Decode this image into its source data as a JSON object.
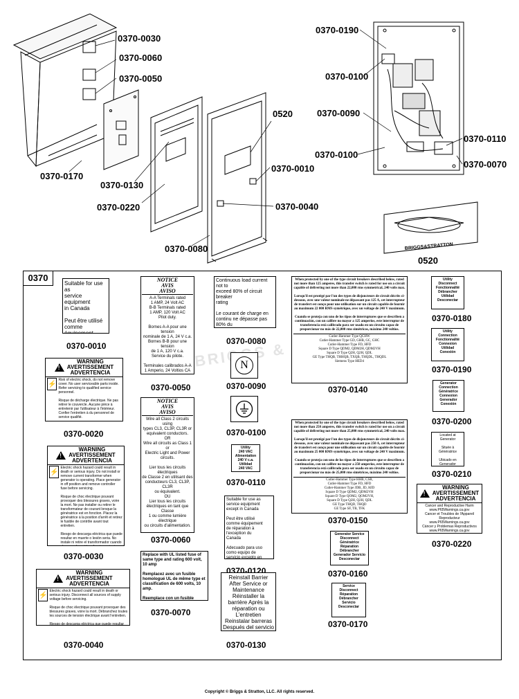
{
  "diagram": {
    "callouts": [
      "0370-0030",
      "0370-0060",
      "0370-0050",
      "0370-0170",
      "0370-0130",
      "0370-0220",
      "0370-0080",
      "0520",
      "0370-0010",
      "0370-0040",
      "0370-0190",
      "0370-0100",
      "0370-0090",
      "0370-0100",
      "0370-0110",
      "0370-0070",
      "0520"
    ],
    "logo": "BRIGGS&STRATTON"
  },
  "kit": {
    "number": "0370",
    "labels": {
      "l0010": {
        "pn": "0370-0010",
        "text": "Suitable for use as\nservice equipment\nin Canada\n\nPeut être utilisé\ncomme équipement\nde réparation au\nCanada\n\nAdecuado para uso\ncomo equipo de\nservicio en Canadá"
      },
      "l0020": {
        "pn": "0370-0020",
        "head": "WARNING\nAVERTISSEMENT\nADVERTENCIA",
        "text": "Risk of electric shock, do not remove cover. No user serviceable parts inside. Refer servicing to qualified service personnel.\n\nRisque de décharge électrique. Ne pas retirer le couvercle. Aucune pièce à entretenir par l'utilisateur à l'intérieur. Confier l'entretien à du personnel de service qualifié.\n\nRiesgo de descarga eléctrica, no quite la cubierta. No hay piezas que puedan ser reparadas por el usuario en el interior. Haga que personal calificado realice el servicio."
      },
      "l0030": {
        "pn": "0370-0030",
        "head": "WARNING\nAVERTISSEMENT\nADVERTENCIA",
        "text": "Electric shock hazard could result in death or serious injury. Do not install or remove current transformer when generator is operating. Place generator in off position and remove controller fuse before servicing.\n\nRisque de choc électrique pouvant provoquer des blessures graves, voire la mort. Ne pas installer ou retirer le transformateur de courant lorsque la génératrice est en fonction. Placez la génératrice à la position d'arrêt et retirez le fusible de contrôle avant tout entretien.\n\nRiesgo de descarga eléctrica que puede resultar en muerte o lesión seria. No instale ni retire el transformador cuando el generador está en funcionamiento. Coloque el generador en posición de apagado y retire el fusible del controlador antes de reparar."
      },
      "l0040": {
        "pn": "0370-0040",
        "head": "WARNING\nAVERTISSEMENT\nADVERTENCIA",
        "text": "Electric shock hazard could result in death or serious injury. Disconnect all sources of supply voltage before servicing.\n\nRisque de choc électrique pouvant provoquer des blessures graves, voire la mort. Débranchez toutes les sources de tension électrique avant l'entretien.\n\nRiesgo de descarga eléctrica que puede resultar en muerte o lesión seria. Desconecte todas las fuentes de energía antes de reparar."
      },
      "l0050": {
        "pn": "0370-0050",
        "head": "NOTICE\nAVIS\nAVISO",
        "text": "A-A Terminals rated\n1 AMP, 24 Volt AC\nB-B Terminals rated\n1 AMP, 120 Volt AC\nPilot duty.\n\nBornes A-A pour une tension\nnominale de 1 A, 24 V c.a.\nBornes B-B pour une tension\nde 1 A, 120 V c.a.\nService du pilote.\n\nTerminales calibrados A-A\n1 Amperio, 24 Voltios CA\nTerminales calibrados B-B\n1 Amperio, 120 Voltios CA\nRelé auxiliar"
      },
      "l0060": {
        "pn": "0370-0060",
        "head": "NOTICE\nAVIS\nAVISO",
        "text": "Wire all Class 2 circuits using\ntypes CL3, CL3P, CL3R or\nequivalent conductors.\nOR\nWire all circuits as Class 1 or\nElectric Light and Power circuits.\n\nLier tous les circuits électriques\nde Classe 2 en utilisant des\nconducteurs CL3, CL3P, CL3R\nou équivalent.\nOU\nLier tous les circuits\nélectriques en tant que Classe\n1 ou comme lumière électrique\nou circuits d'alimentation.\n\nConecte todos los circuitos\nde clase 2 al usar conductores\nde tipo CL3, CL3P, CL3R o\nequivalentes.\nO\nConecte todos los circuitos\ncomo clase 1 o luz eléctrica y\ncircuitos de energía."
      },
      "l0070": {
        "pn": "0370-0070",
        "text": "Replace with UL listed fuse of\nsame type and rating 600 volt,\n10 amp\n\nRemplacez avec un fusible\nhomologué UL de même type et\nclassification de 600 volts, 10 amp.\n\nReemplace con un fusible\ncertificado por UL del mismo\ntipo y clasificación: 600 voltios,\n10 amperios"
      },
      "l0080": {
        "pn": "0370-0080",
        "text": "Continuous load current not to\nexceed 80% of circuit breaker\nrating\n\nLe courant de charge en\ncontinu ne dépasse pas 80% du\ncourant nominal du disjoncteur\n\nLa corriente de carga permanente\nno debe exceder el 80% del\ncalibre del interruptor"
      },
      "l0090": {
        "pn": "0370-0090",
        "symbol": "N"
      },
      "l0100": {
        "pn": "0370-0100"
      },
      "l0110": {
        "pn": "0370-0110",
        "text": "Utility\n240 VAC\nAlimentation\n240 V c.a.\nUtilidad\n240 VAC"
      },
      "l0120": {
        "pn": "0370-0120",
        "text": "Suitable for use as\nservice equipment\nexcept in Canada\n\nPeut être utilisé\ncomme équipement\nde réparation à\nl'exception du\nCanada\n\nAdecuado para uso\ncomo equipo de\nservicio excepto en\nCanadá"
      },
      "l0130": {
        "pn": "0370-0130",
        "text": "Reinstall Barrier\nAfter Service or\nMaintenance\nRéinstaller la\nbarrière Après la\nréparation ou\nL'entretien\nReinstalar barreras\nDespués del servicio\no Mantenimiento"
      },
      "l0140": {
        "pn": "0370-0140",
        "text": "When protected by one of the type circuit breakers described below, rated not more than 125 amperes, this transfer switch is rated for use on a circuit capable of delivering not more than 22,000 rms symmetrical, 240 volts max.\n\nLorsqu'il est protégé par l'un des types de disjoncteurs de circuit décrits ci-dessous, avec une valeur nominale ne dépassant pas 125 A, cet interrupteur de transfert est conçu pour une utilisation sur un circuit capable de fournir au maximum 22 000 RMS symétrique, avec un voltage de 240 V maximum.\n\nCuando se proteja con uno de los tipos de interruptores que se describen a continuación, con un calibre no mayor a 125 amperios, este interruptor de transferencia está calibrado para ser usado en un circuito capaz de proporcionar no más de 22,000 rms simétricos, máximo 240 voltios.",
        "list": "Cutler-Hammer Type QCHW\nCutler-Hammer Type GD, GHB, GC, GHC\nCutler-Hammer Type FD, HFD\nSquare D Type QDM2, QDM2H, QDM2VH\nSquare D Type Q2H, Q2H, QDL\nGE Type THQB, THHQB, TXQB, THQDL, THQDL\nSiemens Type HED4"
      },
      "l0150": {
        "pn": "0370-0150",
        "text": "When protected by one of the type circuit breakers described below, rated not more than 250 amperes, this transfer switch is rated for use on a circuit capable of delivering not more than 25,000 rms symmetrical, 240 volts max.\n\nLorsqu'il est protégé par l'un des types de disjoncteurs de circuit décrits ci-dessous, avec une valeur nominale ne dépassant pas 250 A, cet interrupteur de transfert est conçu pour une utilisation sur un circuit capable de fournir au maximum 25 000 RMS symétrique, avec un voltage de 240 V maximum.\n\nCuando se proteja con uno de los tipos de interruptores que se describen a continuación, con un calibre no mayor a 250 amperios, este interruptor de transferencia está calibrado para ser usado en un circuito capaz de proporcionar no más de 25,000 rms simétricos, máximo 240 voltios.",
        "list": "Cutler-Hammer Type HHB, CSR,\nCutler-Hammer Type FD, HFD\nCutler-Hammer Type JDB, JD, HJD\nSquare D Type QDM2, QDM2VH\nSquare D Type QOM2, QOM2VH,\nSquare D Type Q2H, Q2H, QDL\nGE Type THQD, THQD\nGE Type SF, TB, TFK"
      },
      "l0160": {
        "pn": "0370-0160",
        "text": "Generator Service\nDisconnect\nGénératrice Réparation\nDébrancher\nGenerador Servicio\nDesconectar"
      },
      "l0170": {
        "pn": "0370-0170",
        "text": "Service\nDisconnect\nRéparation\nDébrancher\nServicio\nDesconectar"
      },
      "l0180": {
        "pn": "0370-0180",
        "text": "Utility\nDisconnect\nFonctionnalité\nDébrancher\nUtilidad\nDesconectar"
      },
      "l0190": {
        "pn": "0370-0190",
        "text": "Utility\nConnection\nFonctionnalité\nConnexion\nUtilidad\nConexión"
      },
      "l0200": {
        "pn": "0370-0200",
        "text": "Generator\nConnection\nGénératrice\nConnexion\nGenerador\nConexión"
      },
      "l0210": {
        "pn": "0370-0210",
        "text": "Located at\nGenerator\n\nSituée à\nGénératrice\n\nUbicado en\nGenerador"
      },
      "l0220": {
        "pn": "0370-0220",
        "head": "WARNING\nAVERTISSEMENT\nADVERTENCIA",
        "text": "Cancer and Reproductive Harm\nwww.P65Warnings.ca.gov\nCancer et Troubles de l'Appareil Reproducteur\nwww.P65Warnings.ca.gov\nCáncer y Problemas Reproductivos\nwww.P65Warnings.ca.gov"
      }
    }
  },
  "footer": {
    "copyright": "Copyright © Briggs & Stratton, LLC. All rights reserved."
  }
}
